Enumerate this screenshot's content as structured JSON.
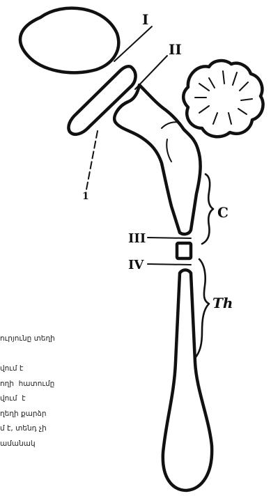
{
  "labels": {
    "I": "I",
    "II": "II",
    "III": "III",
    "IV": "IV",
    "one": "1",
    "C": "C",
    "Th": "Th"
  },
  "caption_lines": [
    "ուրյունը տեղի",
    "",
    "վում է",
    "ողի  հատումը",
    "վում  է",
    "ղեղի քարձր",
    "մ է, տենդ չի",
    "ամանակ"
  ]
}
